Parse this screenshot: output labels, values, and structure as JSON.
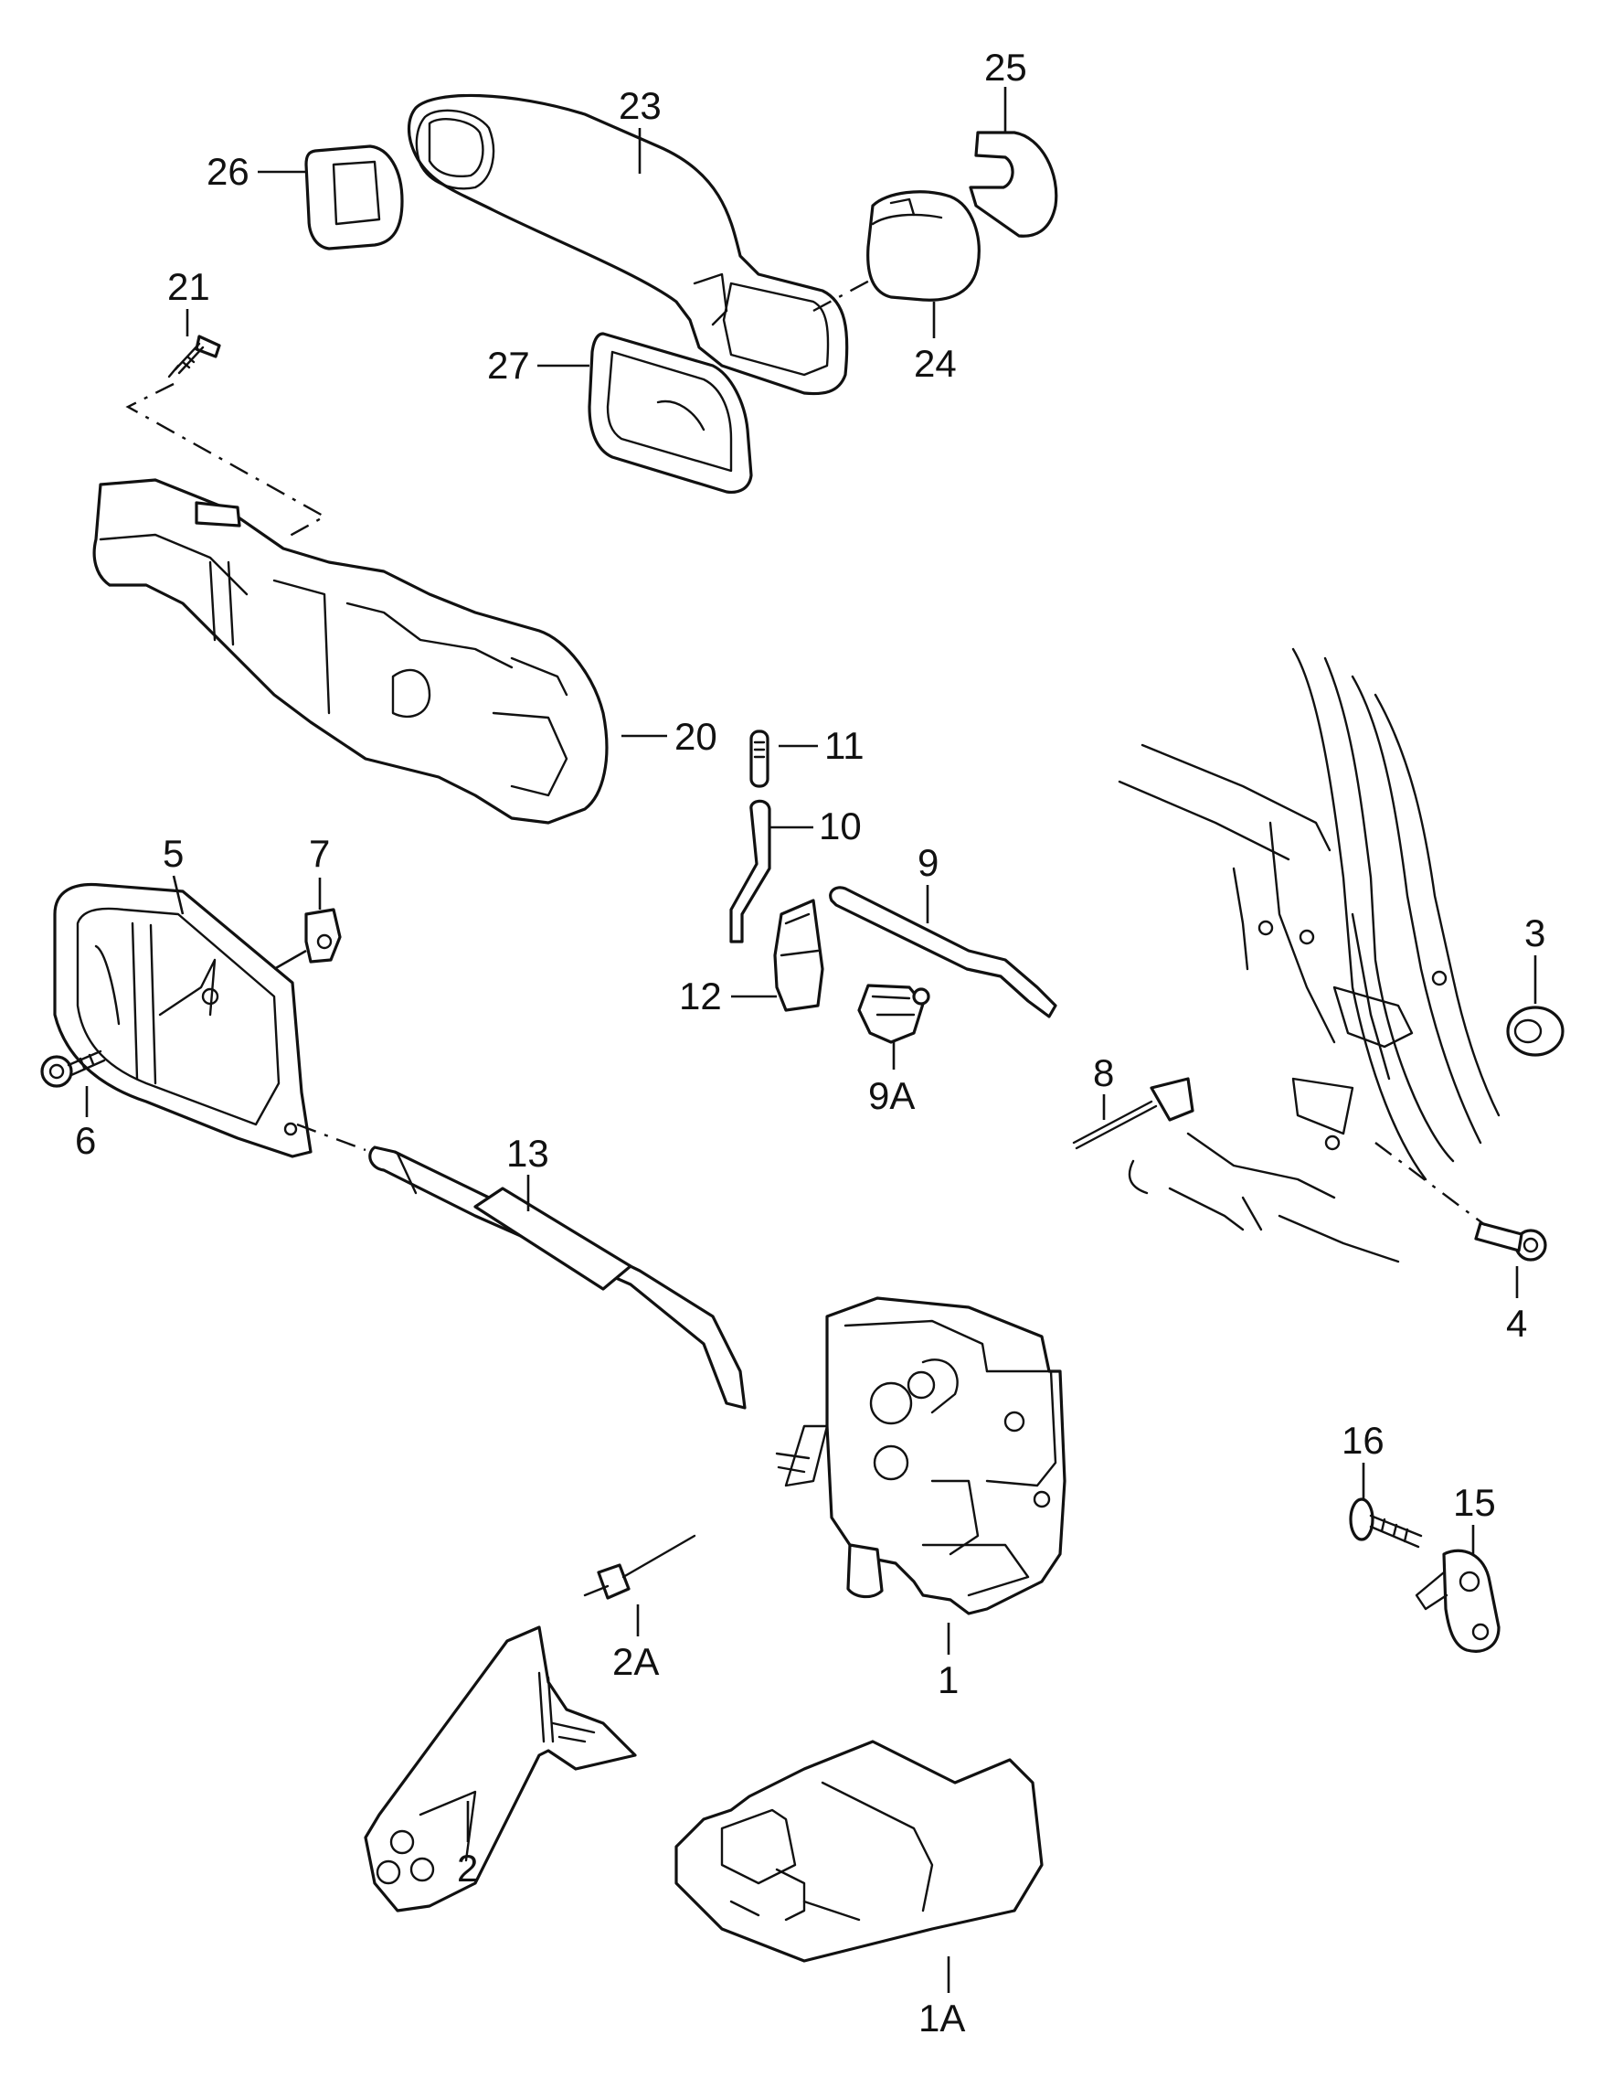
{
  "callouts": [
    {
      "id": "c23",
      "text": "23"
    },
    {
      "id": "c25",
      "text": "25"
    },
    {
      "id": "c26",
      "text": "26"
    },
    {
      "id": "c21",
      "text": "21"
    },
    {
      "id": "c24",
      "text": "24"
    },
    {
      "id": "c27",
      "text": "27"
    },
    {
      "id": "c20",
      "text": "20"
    },
    {
      "id": "c11",
      "text": "11"
    },
    {
      "id": "c10",
      "text": "10"
    },
    {
      "id": "c9",
      "text": "9"
    },
    {
      "id": "c5",
      "text": "5"
    },
    {
      "id": "c7",
      "text": "7"
    },
    {
      "id": "c3",
      "text": "3"
    },
    {
      "id": "c12",
      "text": "12"
    },
    {
      "id": "c9A",
      "text": "9A"
    },
    {
      "id": "c8",
      "text": "8"
    },
    {
      "id": "c6",
      "text": "6"
    },
    {
      "id": "c13",
      "text": "13"
    },
    {
      "id": "c4",
      "text": "4"
    },
    {
      "id": "c16",
      "text": "16"
    },
    {
      "id": "c15",
      "text": "15"
    },
    {
      "id": "c2A",
      "text": "2A"
    },
    {
      "id": "c1",
      "text": "1"
    },
    {
      "id": "c2",
      "text": "2"
    },
    {
      "id": "c1A",
      "text": "1A"
    }
  ]
}
